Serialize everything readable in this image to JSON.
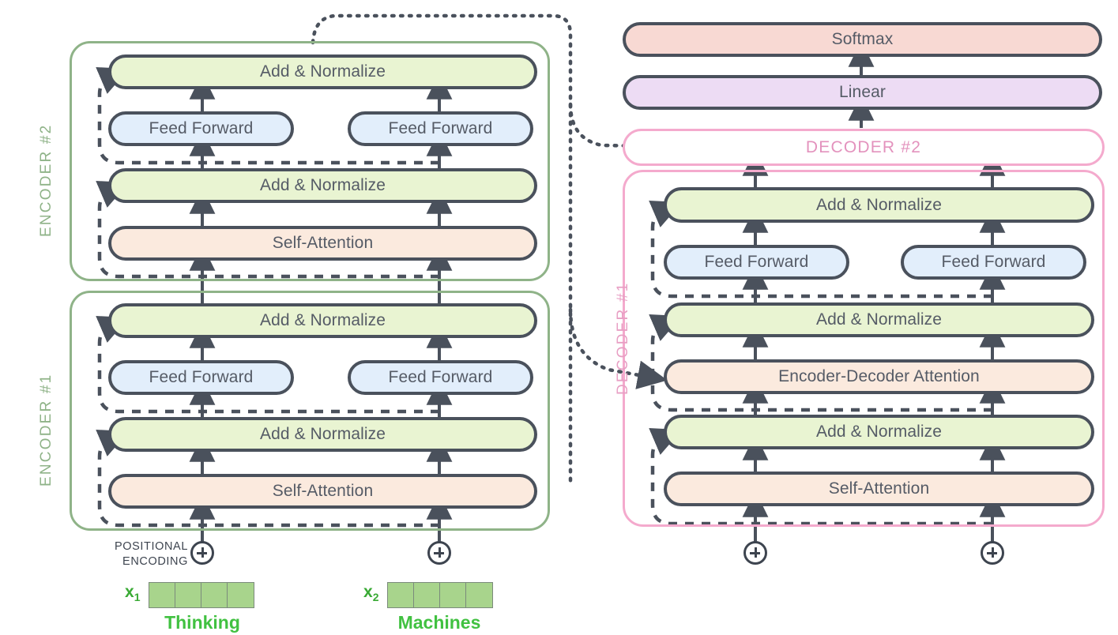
{
  "diagram": {
    "title": "Transformer encoder-decoder architecture",
    "colors": {
      "add_normalize_fill": "#e9f4d2",
      "attention_fill": "#fbeade",
      "feed_forward_fill": "#e2eefb",
      "softmax_fill": "#f8d9d3",
      "linear_fill": "#eddcf4",
      "encoder_border": "#8fb388",
      "decoder_border": "#f4aacd",
      "box_stroke": "#4a515c",
      "embedding_cell": "#a8d48c",
      "word_text": "#41c141"
    }
  },
  "encoder_stack": {
    "blocks": [
      {
        "label": "ENCODER #2",
        "sublayers": {
          "add_norm_top": "Add & Normalize",
          "feed_forward_left": "Feed Forward",
          "feed_forward_right": "Feed Forward",
          "add_norm_bottom": "Add & Normalize",
          "attention": "Self-Attention"
        }
      },
      {
        "label": "ENCODER #1",
        "sublayers": {
          "add_norm_top": "Add & Normalize",
          "feed_forward_left": "Feed Forward",
          "feed_forward_right": "Feed Forward",
          "add_norm_bottom": "Add & Normalize",
          "attention": "Self-Attention"
        }
      }
    ]
  },
  "decoder_stack": {
    "top_block_label": "DECODER #2",
    "block": {
      "label": "DECODER #1",
      "sublayers": {
        "add_norm_top": "Add & Normalize",
        "feed_forward_left": "Feed Forward",
        "feed_forward_right": "Feed Forward",
        "add_norm_middle": "Add & Normalize",
        "cross_attention": "Encoder-Decoder Attention",
        "add_norm_bottom": "Add & Normalize",
        "self_attention": "Self-Attention"
      }
    }
  },
  "output_head": {
    "softmax": "Softmax",
    "linear": "Linear"
  },
  "inputs": {
    "positional_encoding_label_line1": "POSITIONAL",
    "positional_encoding_label_line2": "ENCODING",
    "plus_symbol": "+",
    "tokens": [
      {
        "vector_label": "x",
        "vector_index": "1",
        "word": "Thinking",
        "cells": 4
      },
      {
        "vector_label": "x",
        "vector_index": "2",
        "word": "Machines",
        "cells": 4
      }
    ]
  }
}
